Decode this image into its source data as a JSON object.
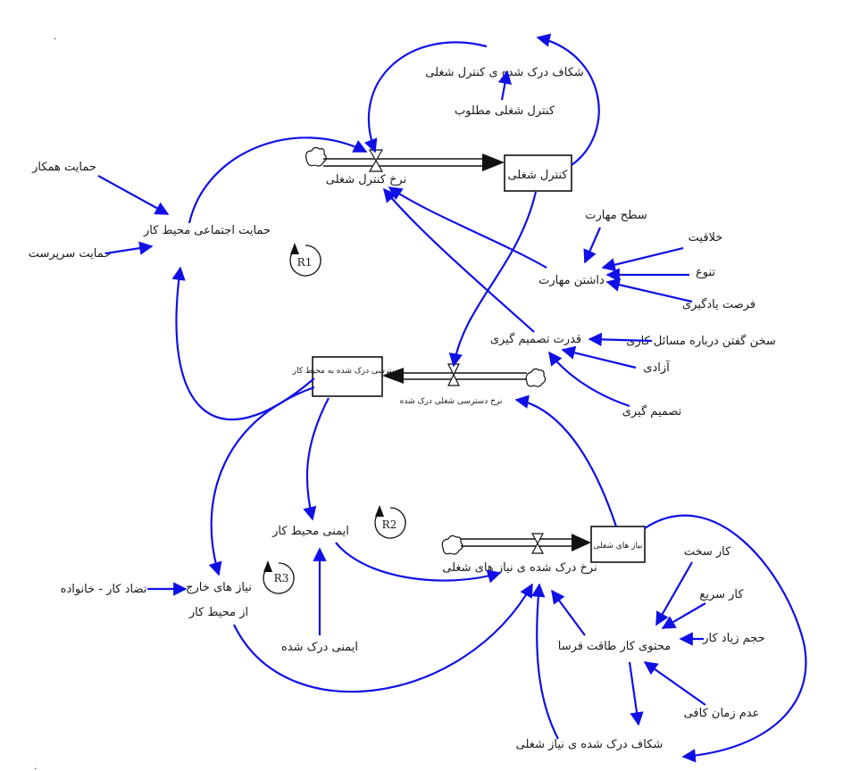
{
  "stocks": {
    "job_control": "کنترل شغلی",
    "perceived_job_access": "دسترسی درک شده به محیط کار",
    "job_needs": "نیاز های شغلی"
  },
  "flows": {
    "job_control_rate": "نرخ کنترل شغلی",
    "perceived_access_rate": "نرخ دسترسی شغلی درک شده",
    "perceived_needs_rate": "نرخ درک شده ی نیاز های شغلی"
  },
  "variables": {
    "perceived_control_gap": "شکاف درک شده ی کنترل شغلی",
    "desired_control": "کنترل شغلی مطلوب",
    "coworker_support": "حمایت همکار",
    "supervisor_support": "حمایت سرپرست",
    "social_support": "حمایت اجتماعی محیط کار",
    "skill_level": "سطح مهارت",
    "creativity": "خلاقیت",
    "variety": "تنوع",
    "learning_opportunity": "فرصت یادگیری",
    "having_skill": "داشتن مهارت",
    "decision_power": "قدرت تصمیم گیری",
    "speaking_up": "سخن گفتن درباره مسائل کاری",
    "freedom": "آزادی",
    "decision_making": "تصمیم گیری",
    "workplace_safety": "ایمنی محیط کار",
    "perceived_safety": "ایمنی درک شده",
    "work_family_conflict": "تضاد کار - خانواده",
    "needs_outside_line1": "نیاز های خارج",
    "needs_outside_line2": "از محیط کار",
    "hard_work": "کار سخت",
    "fast_work": "کار سریع",
    "high_workload": "حجم زیاد کار",
    "work_content": "محتوی کار طاقت فرسا",
    "insufficient_time": "عدم زمان کافی",
    "perceived_needs_gap": "شکاف درک شده ی نیاز شغلی"
  },
  "loops": {
    "r1": "R1",
    "r2": "R2",
    "r3": "R3"
  },
  "colors": {
    "link": "#1010e6",
    "outline": "#111111"
  }
}
